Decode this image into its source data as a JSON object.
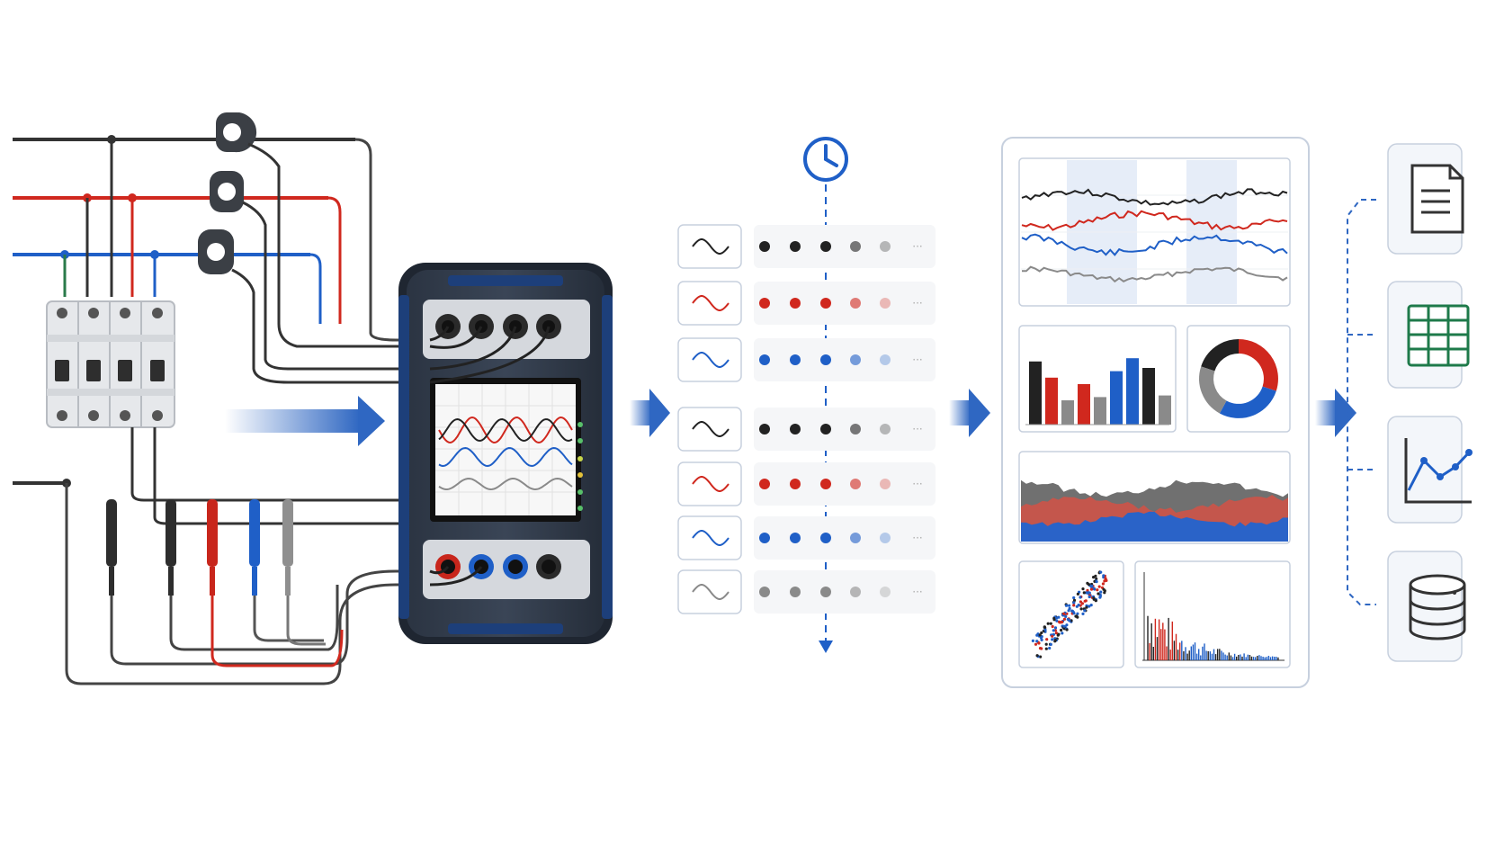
{
  "colors": {
    "black": "#222222",
    "red": "#d0281e",
    "blue": "#1f5fc7",
    "gray": "#8a8a8a",
    "navy": "#1d3f7a",
    "panel_border": "#c7d0de",
    "arrow": "#2f67c2"
  },
  "meter": {
    "top_ports": [
      "",
      "",
      "",
      ""
    ],
    "bottom_ports": [
      "",
      "",
      "",
      ""
    ]
  },
  "channels": [
    {
      "color": "black",
      "group": "voltage"
    },
    {
      "color": "red",
      "group": "voltage"
    },
    {
      "color": "blue",
      "group": "voltage"
    },
    {
      "color": "black",
      "group": "current"
    },
    {
      "color": "red",
      "group": "current"
    },
    {
      "color": "blue",
      "group": "current"
    },
    {
      "color": "gray",
      "group": "current"
    }
  ],
  "timeline_icon": "clock-icon",
  "dashboard": {
    "bar_chart": {
      "values": [
        0.78,
        0.58,
        0.3,
        0.5,
        0.34,
        0.66,
        0.82,
        0.7,
        0.36
      ],
      "colors": [
        "black",
        "red",
        "gray",
        "red",
        "gray",
        "blue",
        "blue",
        "black",
        "gray"
      ]
    },
    "donut": {
      "segments": [
        {
          "color": "red",
          "fraction": 0.3
        },
        {
          "color": "blue",
          "fraction": 0.28
        },
        {
          "color": "gray",
          "fraction": 0.22
        },
        {
          "color": "black",
          "fraction": 0.2
        }
      ]
    }
  },
  "outputs": [
    {
      "icon": "document-icon"
    },
    {
      "icon": "spreadsheet-icon"
    },
    {
      "icon": "line-chart-icon"
    },
    {
      "icon": "database-icon"
    }
  ]
}
